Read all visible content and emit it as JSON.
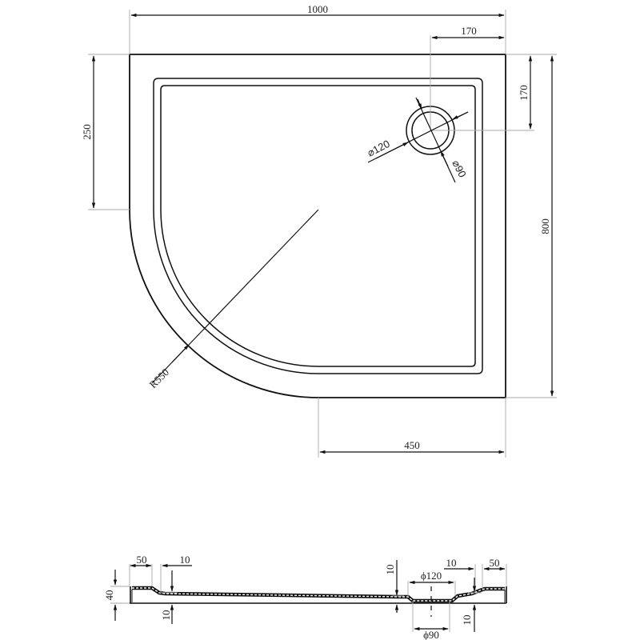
{
  "drawing": {
    "title": "Quadrant shower tray technical drawing",
    "plan_view": {
      "width_label": "1000",
      "drain_offset_x_label": "170",
      "drain_offset_y_label": "170",
      "depth_label": "800",
      "straight_side_label": "250",
      "front_straight_label": "450",
      "radius_label": "R550",
      "drain_outer_label": "⌀120",
      "drain_inner_label": "⌀90"
    },
    "section_view": {
      "rim_width_left_label": "50",
      "slope_left_label": "10",
      "height_label": "40",
      "base_left_label": "10",
      "base_center_label": "10",
      "drain_outer_label": "ϕ120",
      "drain_inner_label": "ϕ90",
      "slope_right_label": "10",
      "rim_width_right_label": "50",
      "base_right_label": "10"
    }
  }
}
